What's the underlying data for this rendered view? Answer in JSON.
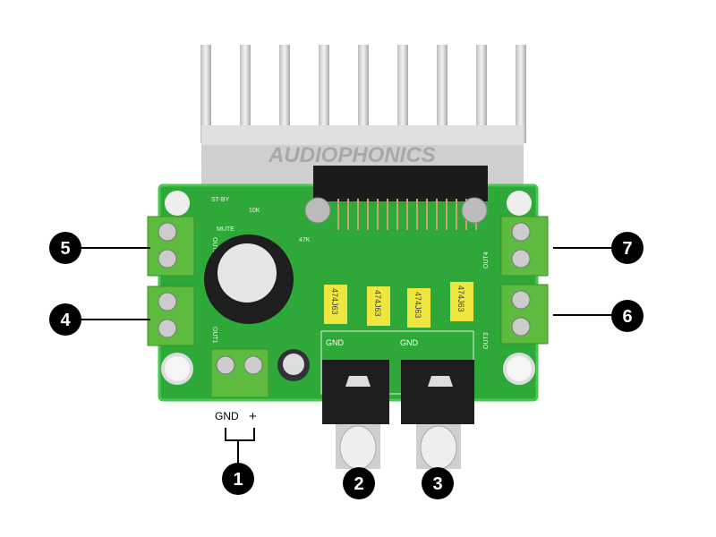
{
  "board": {
    "brand_watermark": "AUDIOPHONICS",
    "silkscreen": {
      "standby": "ST-BY",
      "mute": "MUTE",
      "resistor_10k": "10K",
      "resistor_47k": "47K",
      "out1": "OUT1",
      "out2": "OUT2",
      "out3": "OUT3",
      "out4": "OUT4",
      "gnd_left": "GND",
      "gnd_right": "GND",
      "cap_code": "474J63"
    },
    "colors": {
      "pcb": "#2fa83a",
      "terminal": "#5dbb3f",
      "heatsink": "#d9d9d9",
      "callout": "#000000",
      "capacitor": "#f0e640"
    }
  },
  "power_labels": {
    "gnd": "GND",
    "plus": "+"
  },
  "callouts": [
    "1",
    "2",
    "3",
    "4",
    "5",
    "6",
    "7"
  ]
}
